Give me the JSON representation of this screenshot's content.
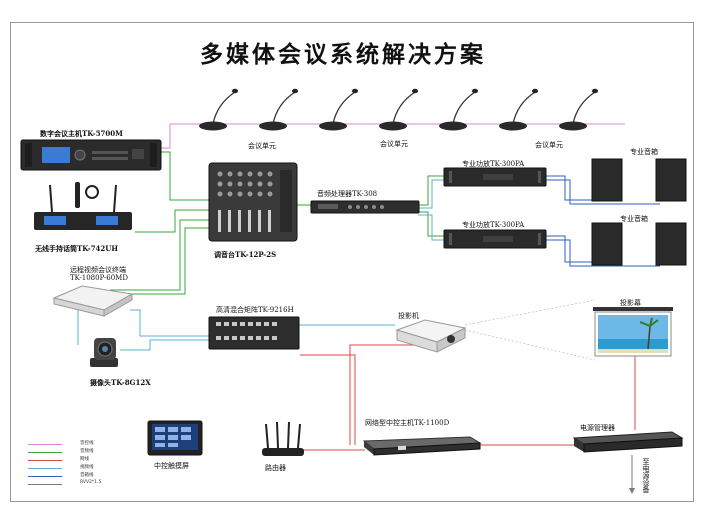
{
  "title": "多媒体会议系统解决方案",
  "labels": {
    "digital_host": "数字会议主机TK-5700M",
    "conf_unit_1": "会议单元",
    "conf_unit_2": "会议单元",
    "conf_unit_3": "会议单元",
    "pro_speaker_top": "专业音箱",
    "pro_speaker_bottom": "专业音箱",
    "amp_top": "专业功放TK-300PA",
    "amp_bottom": "专业功放TK-300PA",
    "audio_processor": "音频处理器TK-308",
    "mixer": "调音台TK-12P-2S",
    "wireless_mic": "无线手持话筒TK-742UH",
    "video_terminal_line1": "远程视频会议终端",
    "video_terminal_line2": "TK-1080P-60MD",
    "matrix": "高清混合矩阵TK-9216H",
    "projector": "投影机",
    "screen": "投影幕",
    "camera": "摄像头TK-8G12X",
    "touch_panel": "中控触摸屏",
    "router": "路由器",
    "central_control": "网络型中控主机TK-1100D",
    "power_manager": "电源管理器",
    "to_power": "至电源设备"
  },
  "legend": [
    {
      "label": "音控线",
      "color": "#d98ad6"
    },
    {
      "label": "音频线",
      "color": "#3aa63a"
    },
    {
      "label": "网线",
      "color": "#d94a4a"
    },
    {
      "label": "视频线",
      "color": "#5ab0d6"
    },
    {
      "label": "音箱线",
      "color": "#2c5fbf"
    },
    {
      "label": "RVV2*1.5",
      "color": "#7a7a7a"
    }
  ],
  "colors": {
    "control": "#d98ad6",
    "audio": "#3aa63a",
    "network": "#d94a4a",
    "video": "#5ab0d6",
    "speaker": "#2c5fbf",
    "power": "#7a7a7a"
  }
}
